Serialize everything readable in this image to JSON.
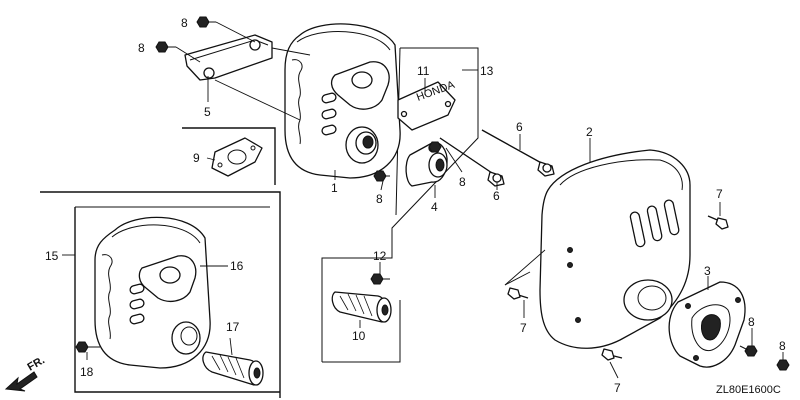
{
  "diagram": {
    "code": "ZL80E1600C",
    "direction_label": "FR.",
    "callouts": {
      "p1": "1",
      "p2": "2",
      "p3": "3",
      "p4": "4",
      "p5": "5",
      "p6a": "6",
      "p6b": "6",
      "p7a": "7",
      "p7b": "7",
      "p7c": "7",
      "p8a": "8",
      "p8b": "8",
      "p8c": "8",
      "p8d": "8",
      "p8e": "8",
      "p8f": "8",
      "p9": "9",
      "p10": "10",
      "p11": "11",
      "p12": "12",
      "p13": "13",
      "p15": "15",
      "p16": "16",
      "p17": "17",
      "p18": "18"
    }
  }
}
